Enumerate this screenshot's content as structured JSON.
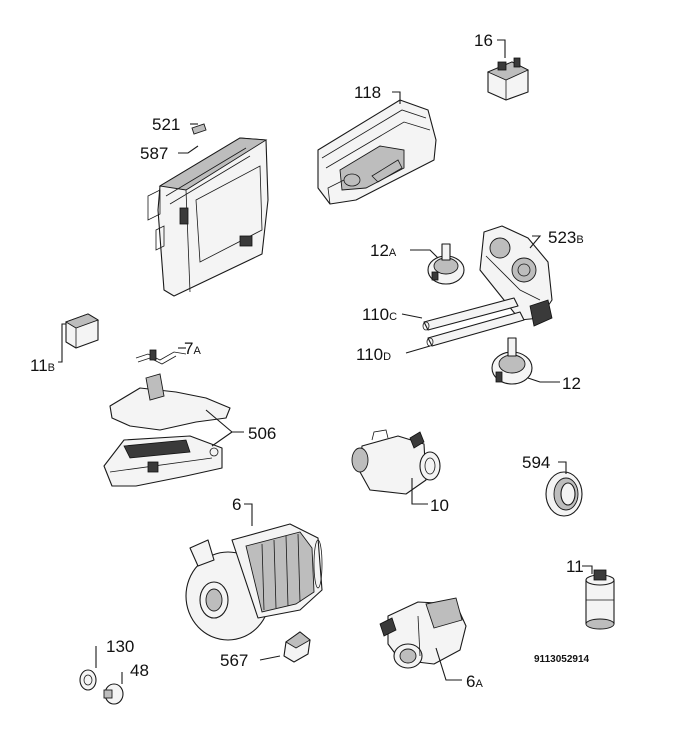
{
  "callouts": {
    "c16": "16",
    "c118": "118",
    "c521": "521",
    "c587": "587",
    "c12a": "12",
    "c12a_suffix": "A",
    "c523b": "523",
    "c523b_suffix": "B",
    "c11b": "11",
    "c11b_suffix": "B",
    "c110c": "110",
    "c110c_suffix": "C",
    "c7a": "7",
    "c7a_suffix": "A",
    "c110d": "110",
    "c110d_suffix": "D",
    "c12": "12",
    "c506": "506",
    "c594": "594",
    "c6": "6",
    "c10": "10",
    "c11": "11",
    "c567": "567",
    "c130": "130",
    "c48": "48",
    "c6a": "6",
    "c6a_suffix": "A"
  },
  "drawing_code": "9113052914"
}
